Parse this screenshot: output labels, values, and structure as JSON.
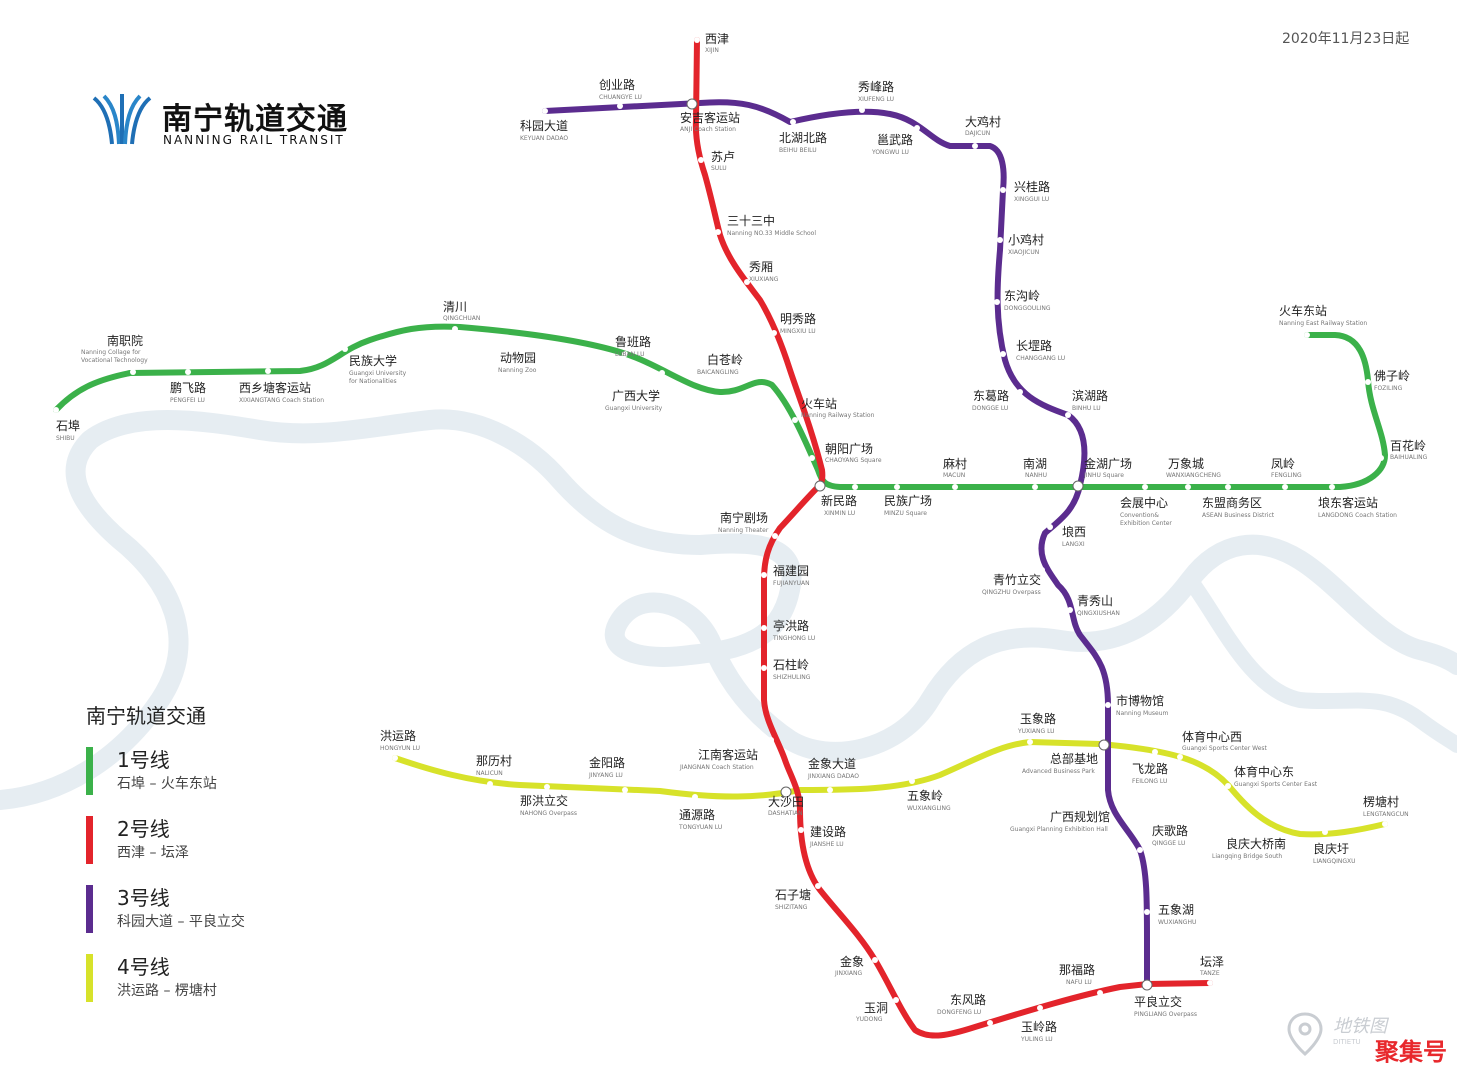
{
  "date_note": "2020年11月23日起",
  "logo": {
    "zh": "南宁轨道交通",
    "en": "NANNING RAIL TRANSIT"
  },
  "legend": {
    "title": "南宁轨道交通",
    "items": [
      {
        "name": "1号线",
        "range": "石埠 – 火车东站",
        "color": "#3bb14a"
      },
      {
        "name": "2号线",
        "range": "西津 – 坛泽",
        "color": "#e3242b"
      },
      {
        "name": "3号线",
        "range": "科园大道 – 平良立交",
        "color": "#5b2c8f"
      },
      {
        "name": "4号线",
        "range": "洪运路 – 楞塘村",
        "color": "#d7e22a"
      }
    ]
  },
  "colors": {
    "line1": "#3bb14a",
    "line2": "#e3242b",
    "line3": "#5b2c8f",
    "line4": "#d7e22a",
    "river": "#e6edf2"
  },
  "stations": {
    "shibu": {
      "zh": "石埠",
      "en": "SHIBU"
    },
    "nanzhiyuan": {
      "zh": "南职院",
      "en1": "Nanning Collage for",
      "en2": "Vocational Technology"
    },
    "pengfeilu": {
      "zh": "鹏飞路",
      "en": "PENGFEI LU"
    },
    "xixiangtang": {
      "zh": "西乡塘客运站",
      "en": "XIXIANGTANG Coach Station"
    },
    "minzudaxue": {
      "zh": "民族大学",
      "en1": "Guangxi University",
      "en2": "for Nationalities"
    },
    "qingchuan": {
      "zh": "清川",
      "en": "QINGCHUAN"
    },
    "dongwuyuan": {
      "zh": "动物园",
      "en": "Nanning Zoo"
    },
    "lubanlu": {
      "zh": "鲁班路",
      "en": "LUBAN LU"
    },
    "guangxidaxue": {
      "zh": "广西大学",
      "en": "Guangxi University"
    },
    "baicangling": {
      "zh": "白苍岭",
      "en": "BAICANGLING"
    },
    "huochezhan": {
      "zh": "火车站",
      "en": "Nanning Railway Station"
    },
    "chaoyang": {
      "zh": "朝阳广场",
      "en": "CHAOYANG Square"
    },
    "xinminlu": {
      "zh": "新民路",
      "en": "XINMIN LU"
    },
    "minzuguangchang": {
      "zh": "民族广场",
      "en": "MINZU Square"
    },
    "macun": {
      "zh": "麻村",
      "en": "MACUN"
    },
    "nanhu": {
      "zh": "南湖",
      "en": "NANHU"
    },
    "jinhu": {
      "zh": "金湖广场",
      "en": "JINHU Square"
    },
    "huizhan": {
      "zh": "会展中心",
      "en1": "Convention&",
      "en2": "Exhibition Center"
    },
    "wanxiangcheng": {
      "zh": "万象城",
      "en": "WANXIANGCHENG"
    },
    "dongmeng": {
      "zh": "东盟商务区",
      "en": "ASEAN Business District"
    },
    "fengling": {
      "zh": "凤岭",
      "en": "FENGLING"
    },
    "langdong": {
      "zh": "埌东客运站",
      "en": "LANGDONG Coach Station"
    },
    "baihualing": {
      "zh": "百花岭",
      "en": "BAIHUALING"
    },
    "foziling": {
      "zh": "佛子岭",
      "en": "FOZILING"
    },
    "huochedong": {
      "zh": "火车东站",
      "en": "Nanning East Railway Station"
    },
    "xijin": {
      "zh": "西津",
      "en": "XIJIN"
    },
    "anji": {
      "zh": "安吉客运站",
      "en": "ANJI Coach Station"
    },
    "sulu": {
      "zh": "苏卢",
      "en": "SULU"
    },
    "sanshisanzhong": {
      "zh": "三十三中",
      "en": "Nanning NO.33 Middle School"
    },
    "xiuxiang": {
      "zh": "秀厢",
      "en": "XIUXIANG"
    },
    "mingxiulu": {
      "zh": "明秀路",
      "en": "MINGXIU LU"
    },
    "nanningjuchang": {
      "zh": "南宁剧场",
      "en": "Nanning Theater"
    },
    "fujianyuan": {
      "zh": "福建园",
      "en": "FUJIANYUAN"
    },
    "tinghonglu": {
      "zh": "亭洪路",
      "en": "TINGHONG LU"
    },
    "shizhuling": {
      "zh": "石柱岭",
      "en": "SHIZHULING"
    },
    "jiangnan": {
      "zh": "江南客运站",
      "en": "JIANGNAN Coach Station"
    },
    "dashatian": {
      "zh": "大沙田",
      "en": "DASHATIAN"
    },
    "jianshelu": {
      "zh": "建设路",
      "en": "JIANSHE LU"
    },
    "shizitang": {
      "zh": "石子塘",
      "en": "SHIZITANG"
    },
    "jinxiang": {
      "zh": "金象",
      "en": "JINXIANG"
    },
    "yudong": {
      "zh": "玉洞",
      "en": "YUDONG"
    },
    "dongfenglu": {
      "zh": "东风路",
      "en": "DONGFENG LU"
    },
    "yulinglu": {
      "zh": "玉岭路",
      "en": "YULING LU"
    },
    "nafulu": {
      "zh": "那福路",
      "en": "NAFU LU"
    },
    "pingliang": {
      "zh": "平良立交",
      "en": "PINGLIANG Overpass"
    },
    "tanze": {
      "zh": "坛泽",
      "en": "TANZE"
    },
    "keyuan": {
      "zh": "科园大道",
      "en": "KEYUAN DADAO"
    },
    "chuangyelu": {
      "zh": "创业路",
      "en": "CHUANGYE LU"
    },
    "beihubeilu": {
      "zh": "北湖北路",
      "en": "BEIHU BEILU"
    },
    "xiufenglu": {
      "zh": "秀峰路",
      "en": "XIUFENG LU"
    },
    "yongwulu": {
      "zh": "邕武路",
      "en": "YONGWU LU"
    },
    "dajicun": {
      "zh": "大鸡村",
      "en": "DAJICUN"
    },
    "xingguilu": {
      "zh": "兴桂路",
      "en": "XINGGUI LU"
    },
    "xiaojicun": {
      "zh": "小鸡村",
      "en": "XIAOJICUN"
    },
    "donggouling": {
      "zh": "东沟岭",
      "en": "DONGGOULING"
    },
    "changganglu": {
      "zh": "长堽路",
      "en": "CHANGGANG LU"
    },
    "donggelu": {
      "zh": "东葛路",
      "en": "DONGGE LU"
    },
    "binhulu": {
      "zh": "滨湖路",
      "en": "BINHU LU"
    },
    "langxi": {
      "zh": "埌西",
      "en": "LANGXI"
    },
    "qingzhu": {
      "zh": "青竹立交",
      "en": "QINGZHU Overpass"
    },
    "qingxiushan": {
      "zh": "青秀山",
      "en": "QINGXIUSHAN"
    },
    "bowuguan": {
      "zh": "市博物馆",
      "en": "Nanning Museum"
    },
    "zongbu": {
      "zh": "总部基地",
      "en": "Advanced Business Park"
    },
    "guihuaguan": {
      "zh": "广西规划馆",
      "en": "Guangxi Planning Exhibition Hall"
    },
    "qinggelu": {
      "zh": "庆歌路",
      "en": "QINGGE LU"
    },
    "wuxianghu": {
      "zh": "五象湖",
      "en": "WUXIANGHU"
    },
    "hongyunlu": {
      "zh": "洪运路",
      "en": "HONGYUN LU"
    },
    "nalicun": {
      "zh": "那历村",
      "en": "NALICUN"
    },
    "nahong": {
      "zh": "那洪立交",
      "en": "NAHONG Overpass"
    },
    "jinyanglu": {
      "zh": "金阳路",
      "en": "JINYANG LU"
    },
    "tongyuanlu": {
      "zh": "通源路",
      "en": "TONGYUAN LU"
    },
    "jinxiangdadao": {
      "zh": "金象大道",
      "en": "JINXIANG DADAO"
    },
    "wuxiangling": {
      "zh": "五象岭",
      "en": "WUXIANGLING"
    },
    "yuxianglu": {
      "zh": "玉象路",
      "en": "YUXIANG LU"
    },
    "feilonglu": {
      "zh": "飞龙路",
      "en": "FEILONG LU"
    },
    "tiyuxi": {
      "zh": "体育中心西",
      "en": "Guangxi Sports Center West"
    },
    "tiyudong": {
      "zh": "体育中心东",
      "en": "Guangxi Sports Center East"
    },
    "liangqing": {
      "zh": "良庆大桥南",
      "en": "Liangqing Bridge South"
    },
    "liangqingxu": {
      "zh": "良庆圩",
      "en": "LIANGQINGXU"
    },
    "lengtangcun": {
      "zh": "楞塘村",
      "en": "LENGTANGCUN"
    }
  },
  "watermark": {
    "site": "地铁图",
    "site_en": "DITIETU",
    "brand": "聚集号"
  }
}
